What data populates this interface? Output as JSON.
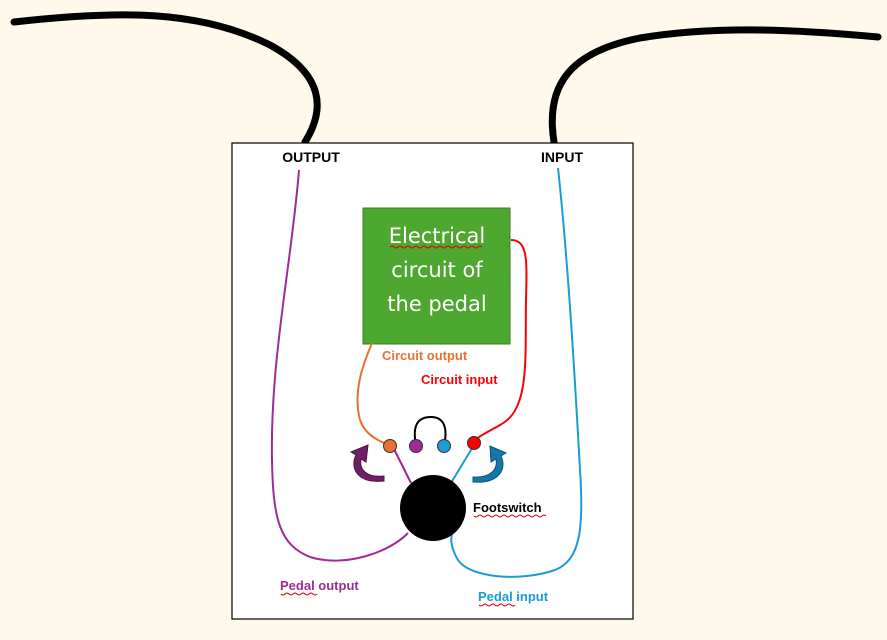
{
  "labels": {
    "output": "OUTPUT",
    "input": "INPUT",
    "circuit_line1": "Electrical",
    "circuit_line2": "circuit of",
    "circuit_line3": "the pedal",
    "circuit_output": "Circuit output",
    "circuit_input": "Circuit input",
    "footswitch": "Footswitch",
    "pedal_output": "Pedal output",
    "pedal_input": "Pedal input"
  },
  "colors": {
    "background": "#fef9ea",
    "circuit_box": "#4ea72e",
    "circuit_output": "#e97132",
    "circuit_input": "#ff0000",
    "pedal_output": "#a02b93",
    "pedal_input": "#1a9cd8",
    "footswitch": "#000000",
    "arrow_left": "#6e1f66",
    "arrow_right": "#1577a8"
  }
}
